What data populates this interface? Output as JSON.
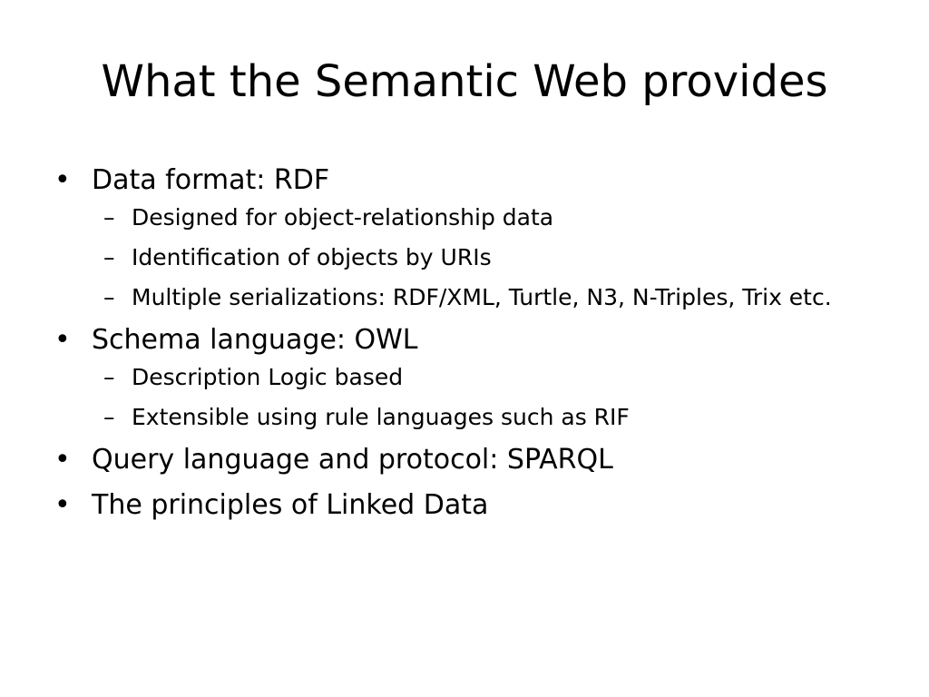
{
  "slide": {
    "title": "What the Semantic Web provides",
    "bullet_glyph": "•",
    "sub_bullet_glyph": "–",
    "bullets": [
      {
        "text": "Data format: RDF",
        "sub": [
          "Designed for object-relationship data",
          "Identification of objects by URIs",
          "Multiple serializations: RDF/XML, Turtle, N3, N-Triples, Trix etc."
        ]
      },
      {
        "text": "Schema language: OWL",
        "sub": [
          "Description Logic based",
          "Extensible using rule languages such as RIF"
        ]
      },
      {
        "text": "Query language and protocol: SPARQL",
        "sub": []
      },
      {
        "text": "The principles of Linked Data",
        "sub": []
      }
    ]
  }
}
